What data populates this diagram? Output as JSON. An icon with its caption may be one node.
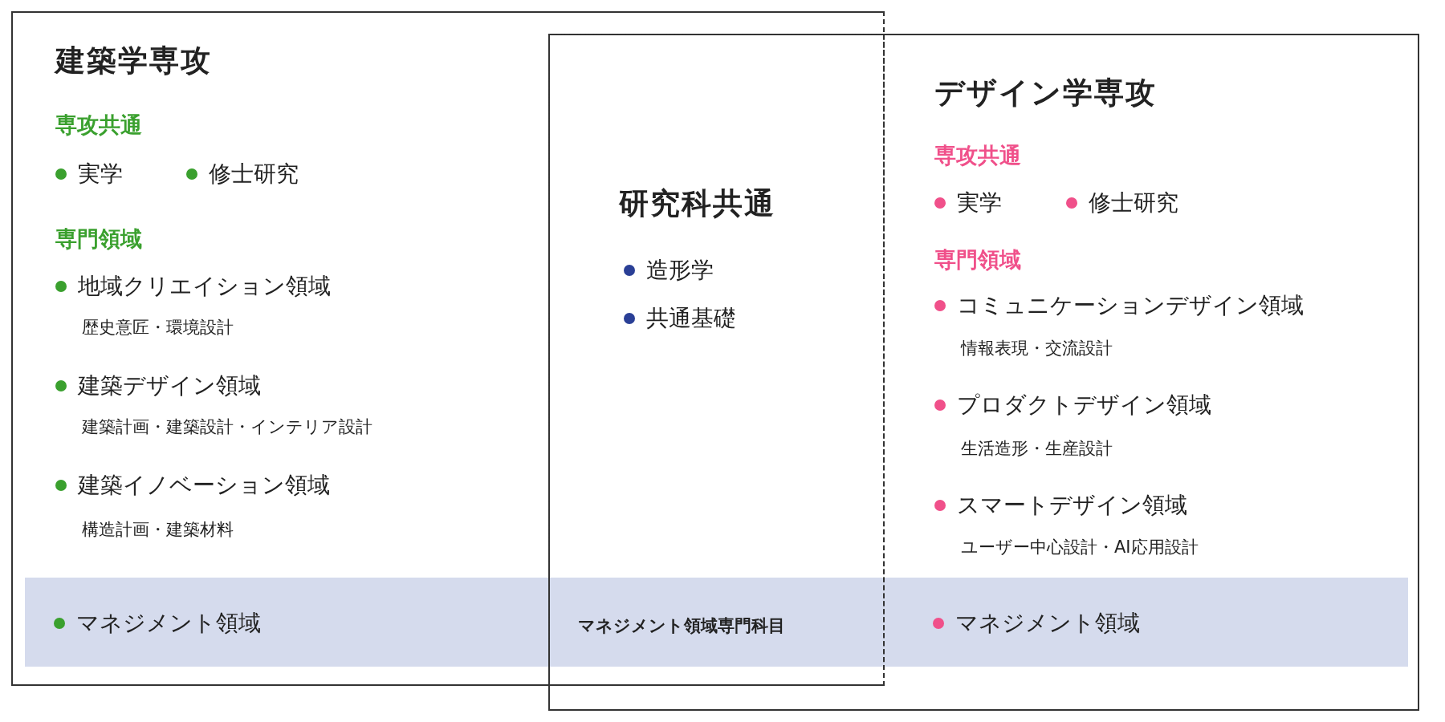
{
  "diagram": {
    "nodes": [
      {
        "text": [
          "建築学専攻",
          "専攻共通",
          "実学",
          "修士研究",
          "専門領域",
          "地域クリエイション領域",
          "歴史意匠・環境設計",
          "建築デザイン領域",
          "建築計画・建築設計・インテリア設計",
          "建築イノベーション領域",
          "構造計画・建築材料"
        ]
      },
      {
        "text": [
          "デザイン学専攻",
          "専攻共通",
          "実学",
          "修士研究",
          "専門領域",
          "コミュニケーションデザイン領域",
          "情報表現・交流設計",
          "プロダクトデザイン領域",
          "生活造形・生産設計",
          "スマートデザイン領域",
          "ユーザー中心設計・AI応用設計"
        ]
      },
      {
        "text": [
          "研究科共通",
          "造形学",
          "共通基礎"
        ]
      },
      {
        "text": [
          "マネジメント領域",
          "マネジメント領域専門科目",
          "マネジメント領域"
        ]
      }
    ]
  }
}
